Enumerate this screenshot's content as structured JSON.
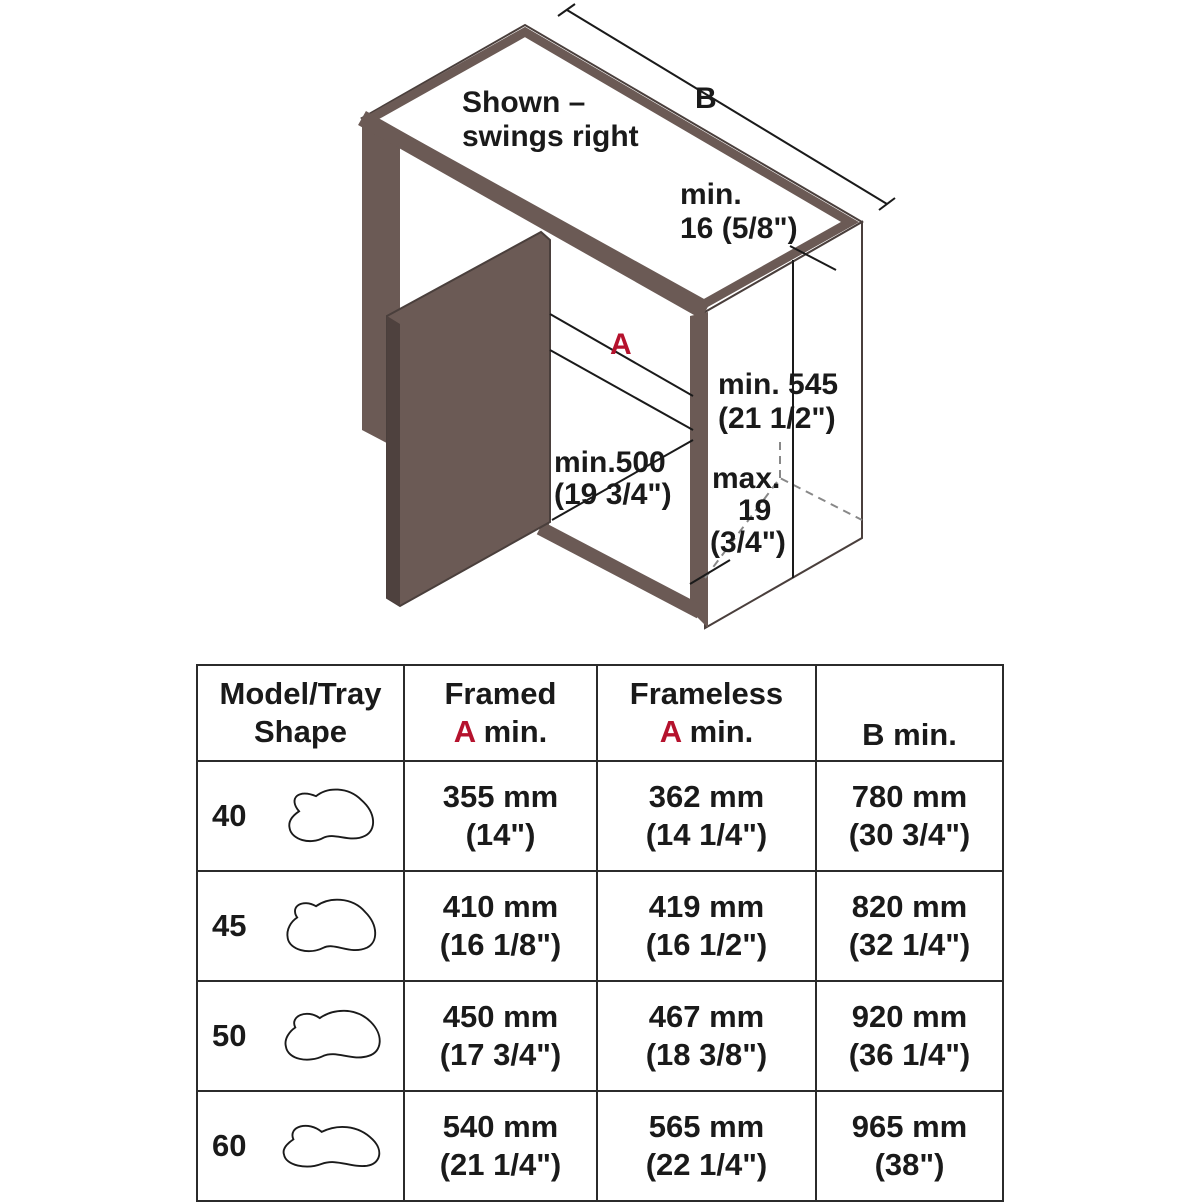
{
  "diagram": {
    "label_B": "B",
    "label_A": "A",
    "shown_line1": "Shown –",
    "shown_line2": "swings right",
    "min16_line1": "min.",
    "min16_line2": "16 (5/8\")",
    "min545_line1": "min. 545",
    "min545_line2": "(21 1/2\")",
    "min500_line1": "min.500",
    "min500_line2": "(19 3/4\")",
    "max19_line1": "max.",
    "max19_line2": "19",
    "max19_line3": "(3/4\")"
  },
  "table": {
    "headers": {
      "model_line1": "Model/Tray",
      "model_line2": "Shape",
      "framed_line1": "Framed",
      "framed_letter": "A",
      "framed_suffix": " min.",
      "frameless_line1": "Frameless",
      "frameless_letter": "A",
      "frameless_suffix": " min.",
      "b_min": "B min."
    },
    "rows": [
      {
        "model": "40",
        "tray_shape": "kidney-tray-icon",
        "framed_mm": "355 mm",
        "framed_in": "(14\")",
        "frameless_mm": "362 mm",
        "frameless_in": "(14 1/4\")",
        "b_mm": "780 mm",
        "b_in": "(30 3/4\")"
      },
      {
        "model": "45",
        "tray_shape": "kidney-tray-icon",
        "framed_mm": "410 mm",
        "framed_in": "(16 1/8\")",
        "frameless_mm": "419 mm",
        "frameless_in": "(16 1/2\")",
        "b_mm": "820 mm",
        "b_in": "(32 1/4\")"
      },
      {
        "model": "50",
        "tray_shape": "kidney-tray-icon",
        "framed_mm": "450 mm",
        "framed_in": "(17 3/4\")",
        "frameless_mm": "467 mm",
        "frameless_in": "(18 3/8\")",
        "b_mm": "920 mm",
        "b_in": "(36 1/4\")"
      },
      {
        "model": "60",
        "tray_shape": "kidney-tray-icon",
        "framed_mm": "540 mm",
        "framed_in": "(21 1/4\")",
        "frameless_mm": "565 mm",
        "frameless_in": "(22 1/4\")",
        "b_mm": "965 mm",
        "b_in": "(38\")"
      }
    ]
  },
  "colors": {
    "accent": "#b5122d",
    "ink": "#1a1a1a",
    "panel": "#6b5a55",
    "background": "#ffffff"
  }
}
